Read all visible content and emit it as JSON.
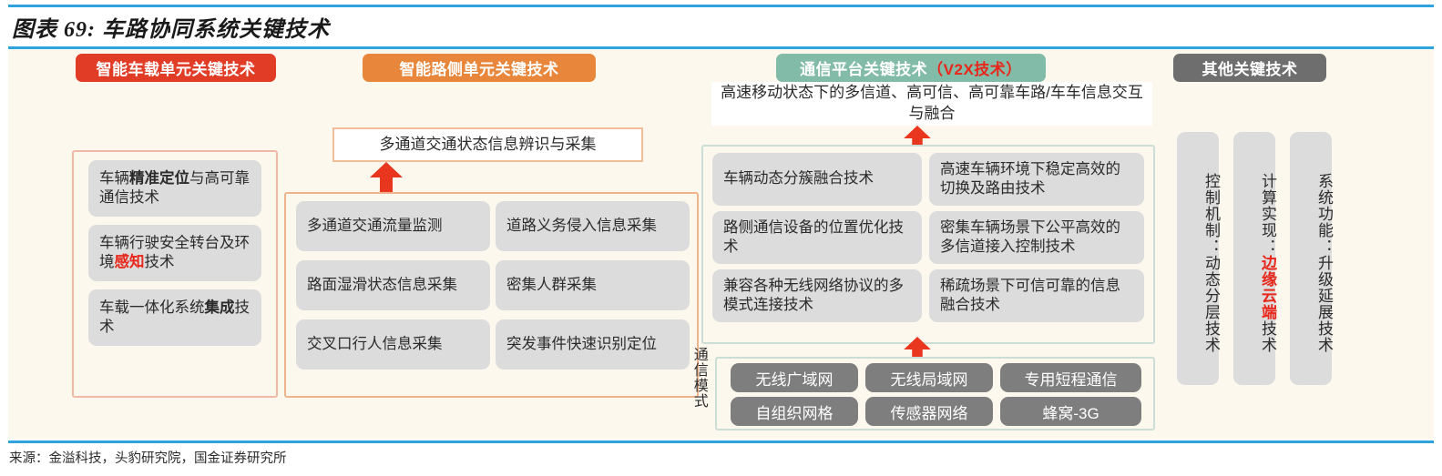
{
  "title": "图表 69: 车路协同系统关键技术",
  "source": "来源：金溢科技，头豹研究院，国金证券研究所",
  "colors": {
    "rule": "#2EA3DD",
    "badge_red": "#E13C26",
    "badge_orange": "#E8873C",
    "badge_green": "#82BBA8",
    "badge_gray": "#6E6E6E",
    "highlight_red": "#E8271A",
    "item_gray": "#DCDCDC",
    "chip_gray": "#7E7E7E",
    "canvas": "#FDF8EE",
    "arrow_red": "#E8361F"
  },
  "badges": {
    "vehicle": "智能车载单元关键技术",
    "roadside": "智能路侧单元关键技术",
    "platform_main": "通信平台关键技术",
    "platform_v2x": "（V2X技术）",
    "other": "其他关键技术"
  },
  "vehicle_column": {
    "items": [
      {
        "pre": "车辆",
        "bold": "精准定位",
        "post": "与高可靠通信技术"
      },
      {
        "pre": "车辆行驶安全转台及环境",
        "red": "感知",
        "post": "技术"
      },
      {
        "pre": "车载一体化系统",
        "bold": "集成",
        "post": "技术"
      }
    ]
  },
  "roadside_column": {
    "headline": "多通道交通状态信息辨识与采集",
    "items": [
      "多通道交通流量监测",
      "道路义务侵入信息采集",
      "路面湿滑状态信息采集",
      "密集人群采集",
      "交叉口行人信息采集",
      "突发事件快速识别定位"
    ]
  },
  "platform_column": {
    "headline": "高速移动状态下的多信道、高可信、高可靠车路/车车信息交互与融合",
    "items": [
      "车辆动态分簇融合技术",
      "高速车辆环境下稳定高效的切换及路由技术",
      "路侧通信设备的位置优化技术",
      "密集车辆场景下公平高效的多信道接入控制技术",
      "兼容各种无线网络协议的多模式连接技术",
      "稀疏场景下可信可靠的信息融合技术"
    ],
    "modes_label": "通信模式",
    "modes": [
      "无线广域网",
      "无线局域网",
      "专用短程通信",
      "自组织网格",
      "传感器网络",
      "蜂窝-3G"
    ]
  },
  "other_column": {
    "items": [
      {
        "pre": "控制机制：动态分层技术"
      },
      {
        "pre": "计算实现：",
        "red": "边缘云端",
        "post": "技术"
      },
      {
        "pre": "系统功能：升级延展技术"
      }
    ]
  }
}
